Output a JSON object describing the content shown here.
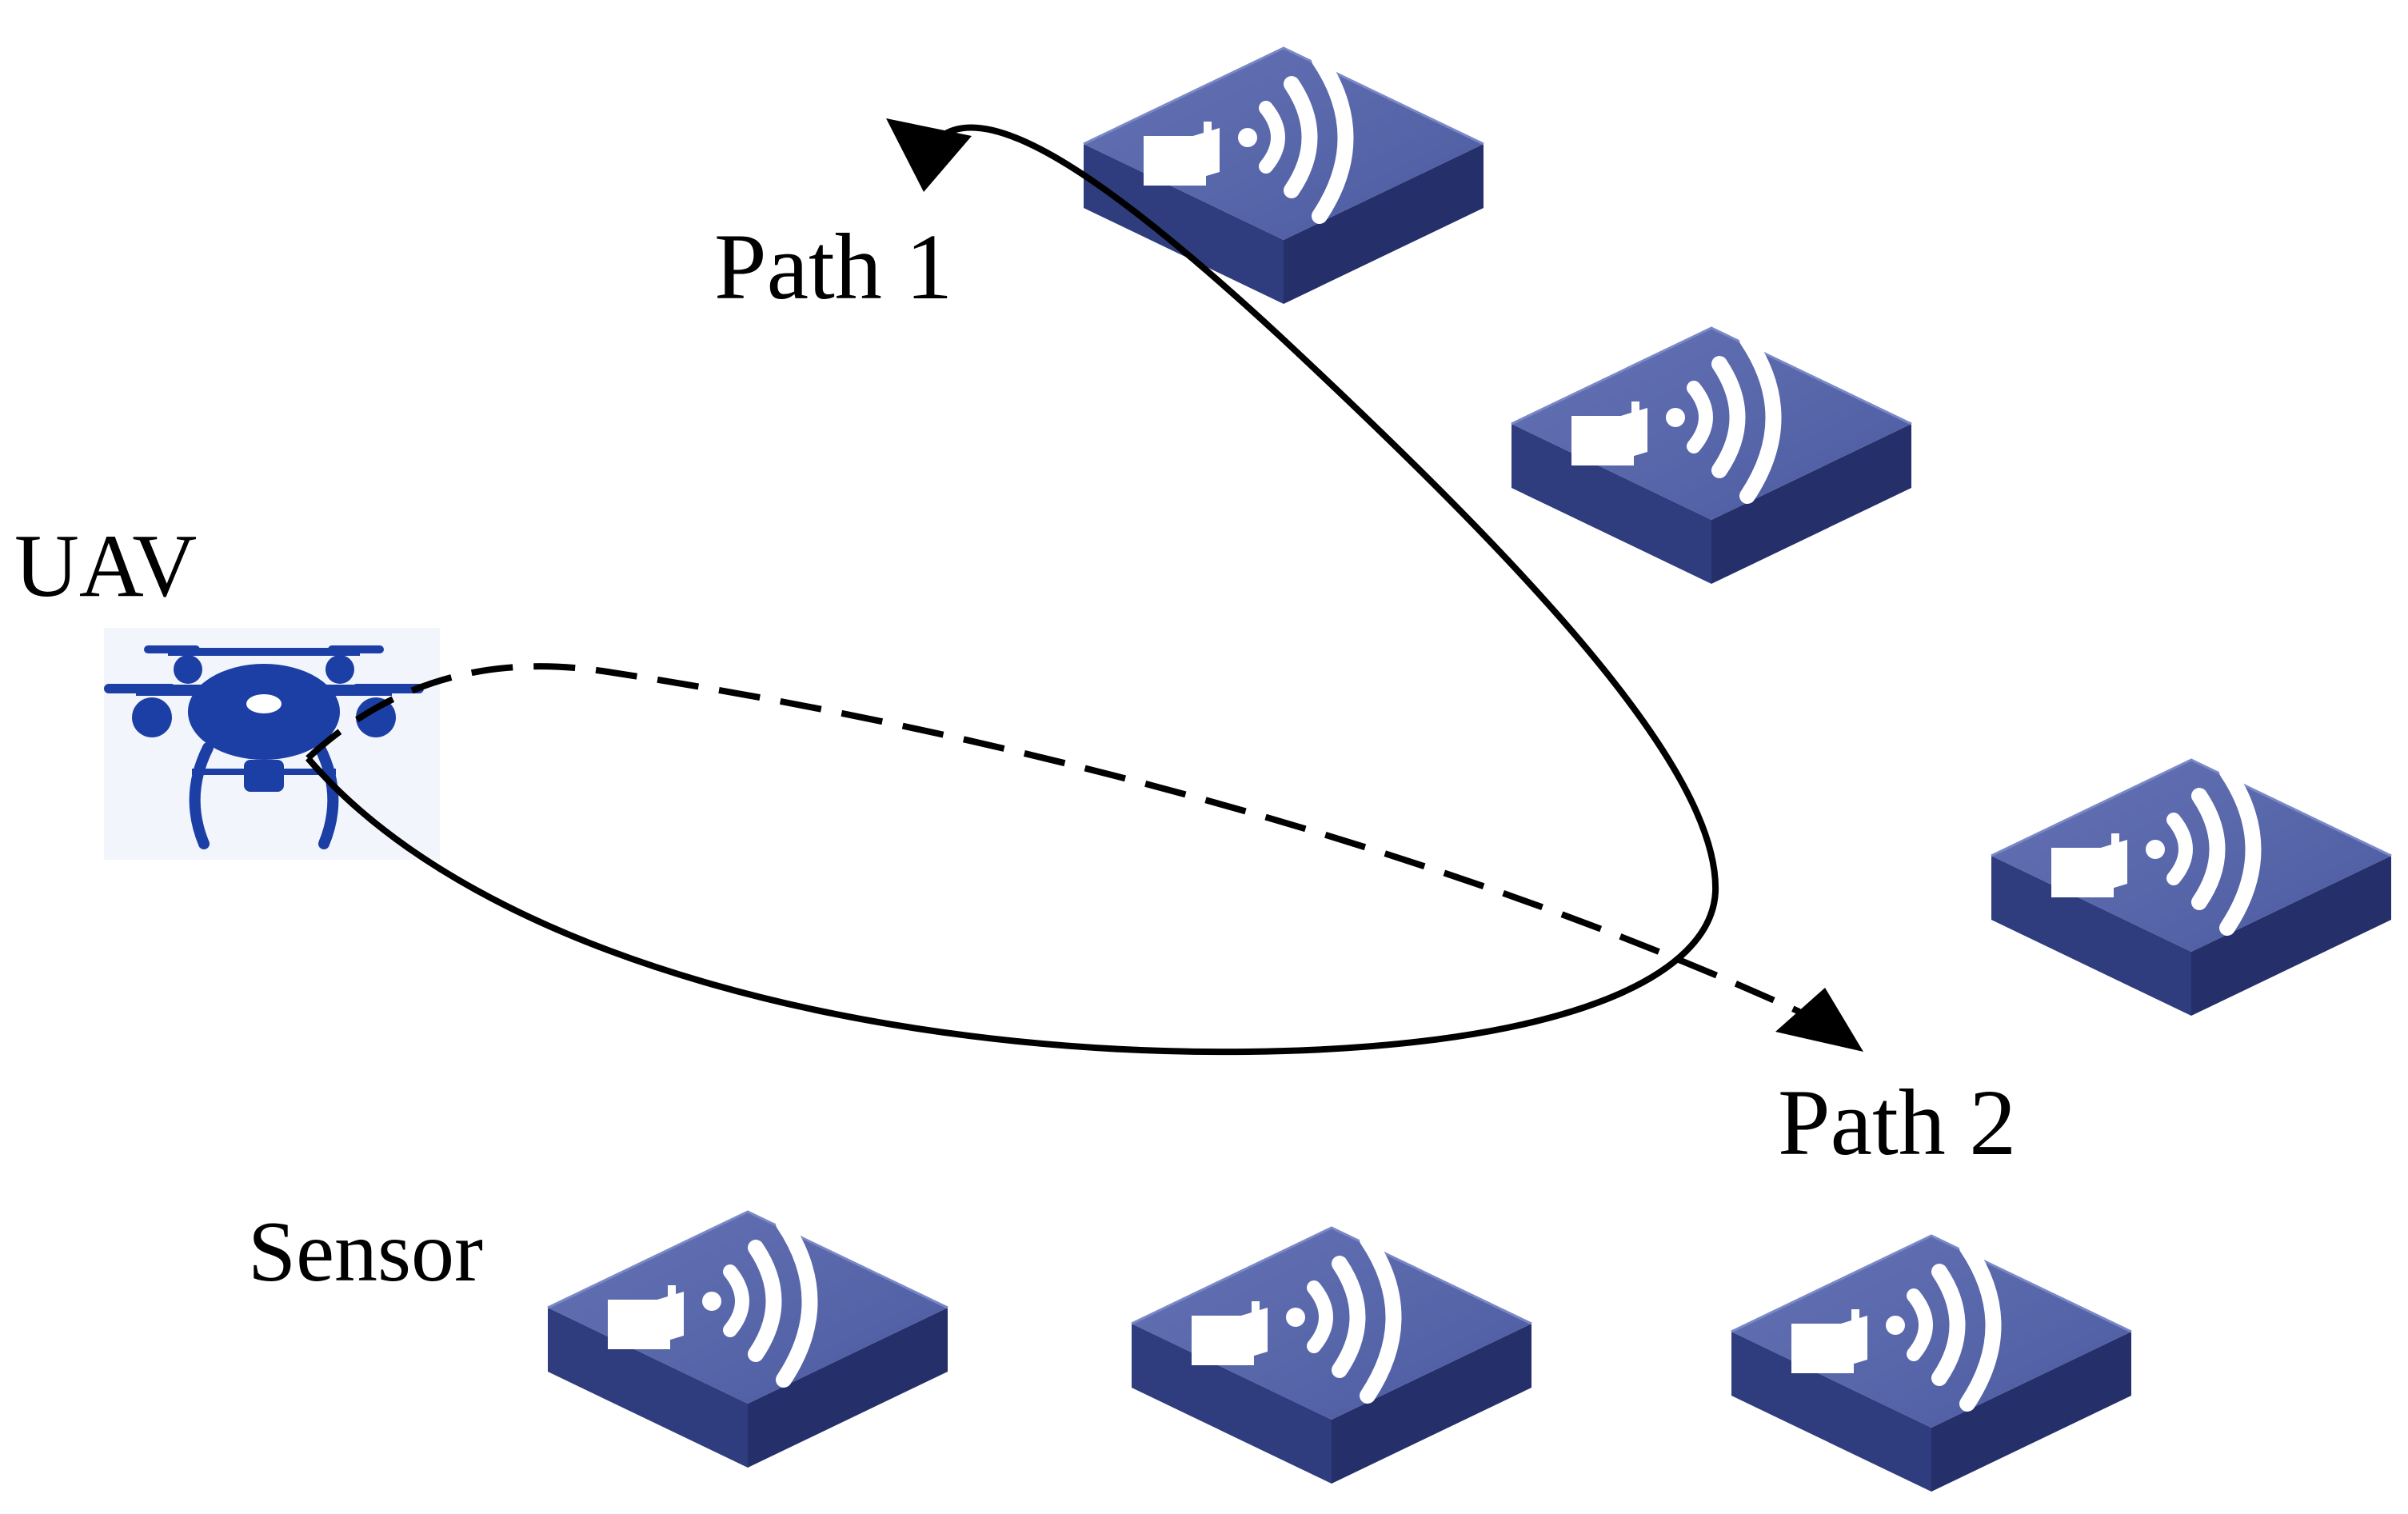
{
  "labels": {
    "uav": "UAV",
    "path1": "Path 1",
    "path2": "Path 2",
    "sensor": "Sensor"
  },
  "nodes": {
    "uav_icon": "drone-icon",
    "sensor_icon": "wireless-sensor-icon",
    "sensor_count": 6
  },
  "paths": [
    {
      "name": "Path 1",
      "style": "solid"
    },
    {
      "name": "Path 2",
      "style": "dashed"
    }
  ],
  "colors": {
    "sensor_top": "#5564A8",
    "sensor_front": "#2F3D7E",
    "sensor_side": "#25306A",
    "drone": "#1C3FA6",
    "path": "#000000",
    "background": "#FFFFFF"
  }
}
